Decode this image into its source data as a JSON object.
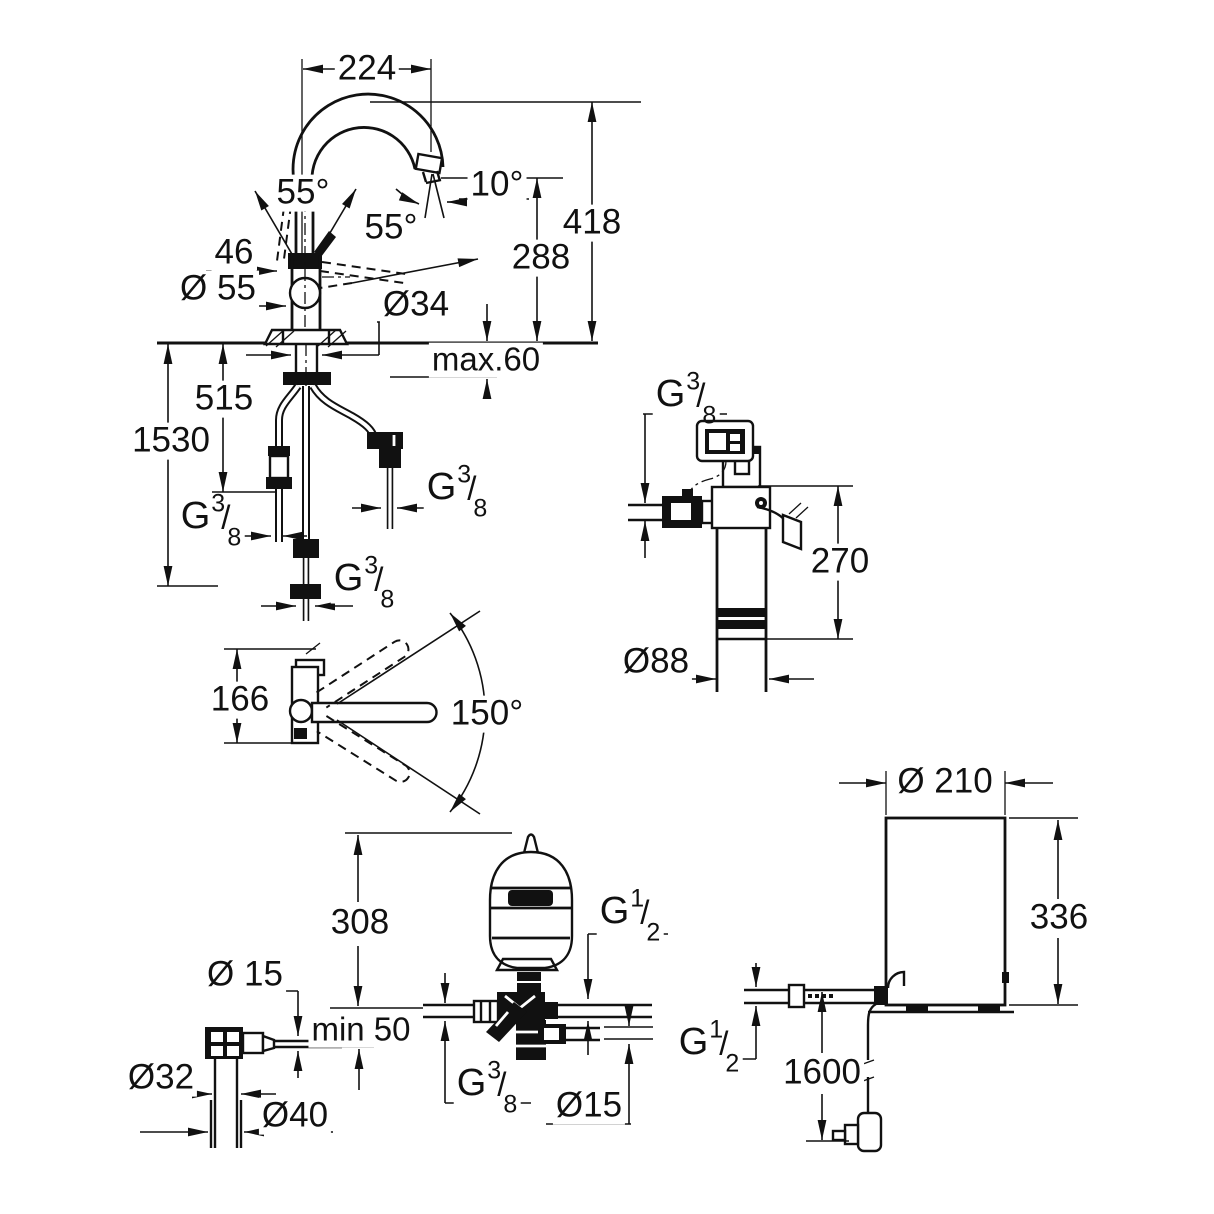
{
  "meta": {
    "type": "technical dimensional drawing",
    "background": "#ffffff",
    "line_color": "#111111",
    "units": "mm"
  },
  "threads": {
    "g38": {
      "prefix": "G",
      "numerator": "3",
      "slash": "/",
      "denominator": "8"
    },
    "g12": {
      "prefix": "G",
      "numerator": "1",
      "slash": "/",
      "denominator": "2"
    }
  },
  "views": {
    "faucet_front": {
      "name": "faucet front view",
      "labels": {
        "spout_reach": "224",
        "swivel_angle": "55°",
        "outlet_angle": "10°",
        "lever_angle": "55°",
        "total_height": "418",
        "outlet_height": "288",
        "lever_offset": "46",
        "body_diameter": "Ø 55",
        "shank_diameter": "Ø34",
        "counter_max": "max.60",
        "conn_height": "515",
        "hose_length": "1530"
      }
    },
    "faucet_top": {
      "name": "faucet top view",
      "labels": {
        "body_depth": "166",
        "swivel_range": "150°"
      }
    },
    "filter_unit": {
      "name": "filter unit with display",
      "labels": {
        "height": "270",
        "diameter": "Ø88"
      }
    },
    "safety_group": {
      "name": "expansion vessel and safety valve group",
      "labels": {
        "vessel_height": "308",
        "clearance": "min 50",
        "outlet_pipe": "Ø15"
      }
    },
    "drain_fitting": {
      "name": "drain connection fitting",
      "labels": {
        "pipe": "Ø 15",
        "inner": "Ø32",
        "outer": "Ø40"
      }
    },
    "boiler": {
      "name": "under-sink boiler",
      "labels": {
        "diameter": "Ø 210",
        "height": "336",
        "cable_length": "1600"
      }
    }
  }
}
